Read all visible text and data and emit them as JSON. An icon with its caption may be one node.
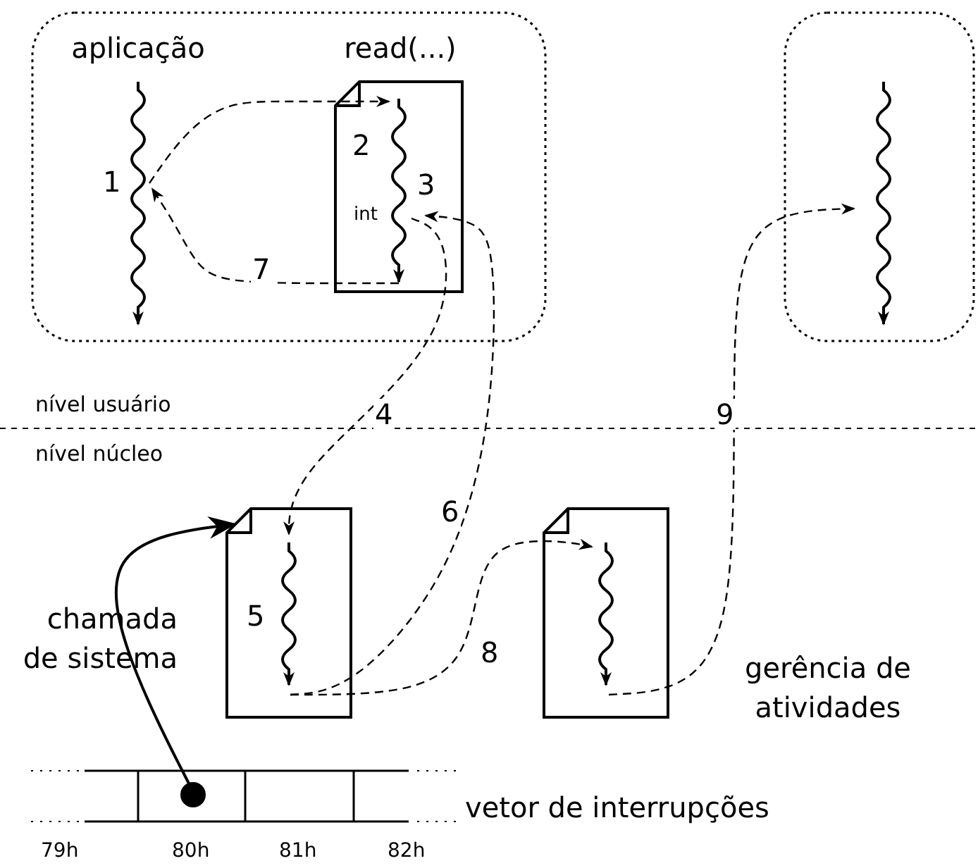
{
  "diagram": {
    "nodes": [
      {
        "text": [],
        "shape": "box"
      },
      {
        "text": [
          "aplicação"
        ],
        "in": 0
      },
      {
        "text": [
          "read(...)"
        ],
        "in": 0
      },
      {
        "text": [],
        "shape": "box"
      },
      {
        "text": [],
        "shape": "document"
      },
      {
        "text": [],
        "shape": "document",
        "beside": [
          "gerência de atividades"
        ]
      },
      {
        "text": [],
        "shape": "circle"
      }
    ],
    "edges": [
      {
        "from": 1,
        "to": 2,
        "arrow": "to",
        "style": "dashed"
      },
      {
        "from": 2,
        "to": 1,
        "label": "7",
        "arrow": "to",
        "style": "dashed"
      },
      {
        "from": 2,
        "to": 4,
        "label": "4",
        "arrow": "to",
        "style": "dashed"
      },
      {
        "from": 4,
        "to": 2,
        "label": "6",
        "arrow": "to",
        "style": "dashed"
      },
      {
        "from": 4,
        "to": 5,
        "label": "8",
        "arrow": "to",
        "style": "dashed"
      },
      {
        "from": 5,
        "to": 3,
        "label": "9",
        "arrow": "to",
        "style": "dashed"
      },
      {
        "from": 6,
        "to": 4,
        "arrow": "to"
      }
    ],
    "labels": [
      "1",
      "2",
      "3",
      "int",
      "nível usuário",
      "nível núcleo",
      "5",
      "chamada de sistema",
      "vetor de interrupções",
      "79h",
      "80h",
      "81h",
      "82h"
    ]
  }
}
